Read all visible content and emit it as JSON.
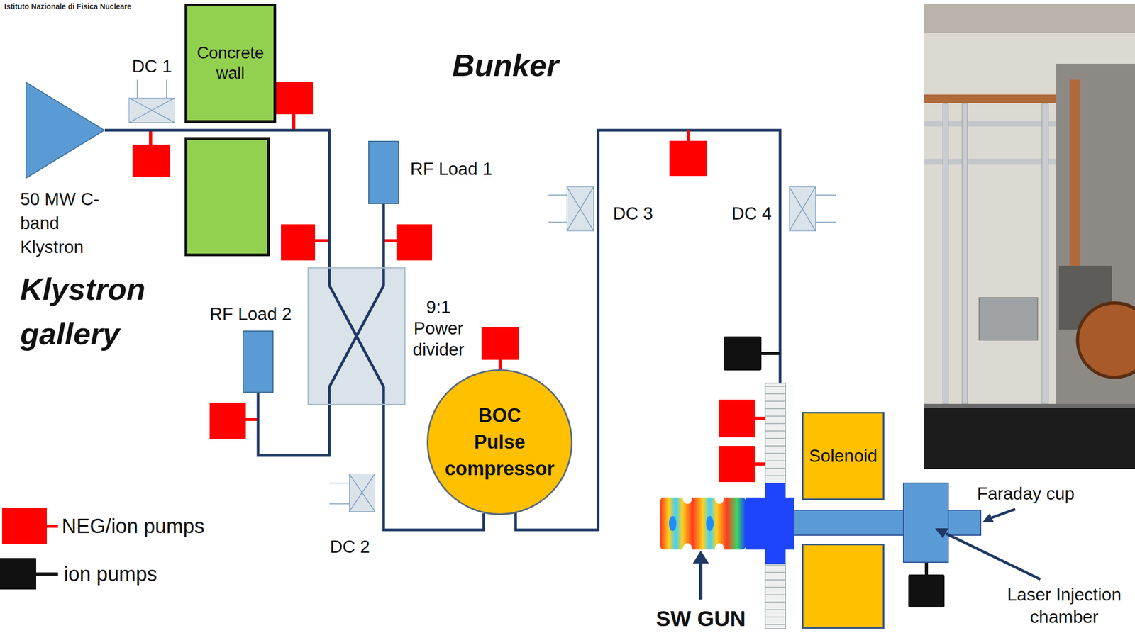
{
  "diagram": {
    "nodes": [
      {
        "text": [
          "50 MW C-band Klystron"
        ]
      },
      {
        "text": [
          "DC 1"
        ]
      },
      {
        "text": [
          "Concrete wall"
        ]
      },
      {
        "text": [
          "RF Load 1"
        ]
      },
      {
        "text": [
          "9:1 Power divider"
        ]
      },
      {
        "text": [
          "RF Load 2"
        ]
      },
      {
        "text": [
          "BOC Pulse compressor"
        ]
      },
      {
        "text": [
          "DC 2"
        ]
      },
      {
        "text": [
          "DC 3"
        ]
      },
      {
        "text": [
          "DC 4"
        ]
      },
      {
        "text": [
          "Solenoid"
        ]
      }
    ],
    "edges": [
      {
        "from": 0,
        "to": 4,
        "arrow": "none"
      },
      {
        "from": 4,
        "to": 3,
        "arrow": "none"
      },
      {
        "from": 4,
        "to": 5,
        "arrow": "none"
      },
      {
        "from": 4,
        "to": 6,
        "arrow": "none"
      }
    ],
    "labels": [
      "Istituto Nazionale di Fisica Nucleare",
      "Bunker",
      "Klystron gallery",
      "SW GUN",
      "Faraday cup",
      "Laser Injection chamber"
    ],
    "legend": [
      {
        "text": "NEG/ion pumps",
        "color": "#ff0000"
      },
      {
        "text": "ion pumps",
        "color": "#111111"
      }
    ]
  }
}
